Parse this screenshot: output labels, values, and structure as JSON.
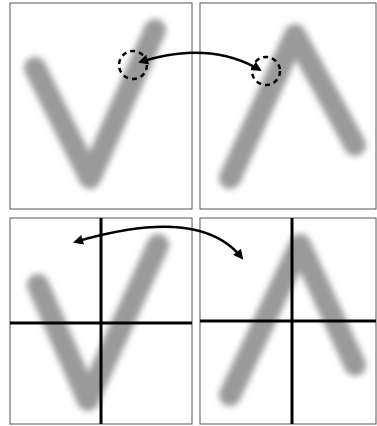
{
  "figure": {
    "panels": [
      {
        "id": "top-left",
        "glyph": "v-shape",
        "marker": "dashed-circle"
      },
      {
        "id": "top-right",
        "glyph": "caret-shape",
        "marker": "dashed-circle"
      },
      {
        "id": "bottom-left",
        "glyph": "v-shape",
        "marker": "crosshair"
      },
      {
        "id": "bottom-right",
        "glyph": "caret-shape",
        "marker": "crosshair"
      }
    ],
    "connectors": [
      {
        "from": "top-left",
        "to": "top-right",
        "style": "double-headed-arrow"
      },
      {
        "from": "bottom-left",
        "to": "bottom-right",
        "style": "double-headed-arrow"
      }
    ],
    "colors": {
      "background": "#ffffff",
      "panel_border": "#555555",
      "stroke": "#9a9a9a",
      "lines": "#000000"
    }
  }
}
